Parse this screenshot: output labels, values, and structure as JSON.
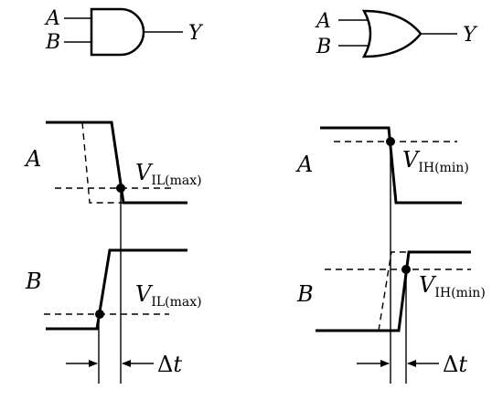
{
  "gates": {
    "and": {
      "in_a": "A",
      "in_b": "B",
      "out": "Y"
    },
    "or": {
      "in_a": "A",
      "in_b": "B",
      "out": "Y"
    }
  },
  "left_panel": {
    "signal_a": "A",
    "signal_b": "B",
    "threshold_a": {
      "main": "V",
      "sub": "IL(max)"
    },
    "threshold_b": {
      "main": "V",
      "sub": "IL(max)"
    },
    "delta": {
      "symbol": "Δ",
      "var": "t"
    }
  },
  "right_panel": {
    "signal_a": "A",
    "signal_b": "B",
    "threshold_a": {
      "main": "V",
      "sub": "IH(min)"
    },
    "threshold_b": {
      "main": "V",
      "sub": "IH(min)"
    },
    "delta": {
      "symbol": "Δ",
      "var": "t"
    }
  },
  "colors": {
    "ink": "#000000",
    "background": "#ffffff"
  }
}
